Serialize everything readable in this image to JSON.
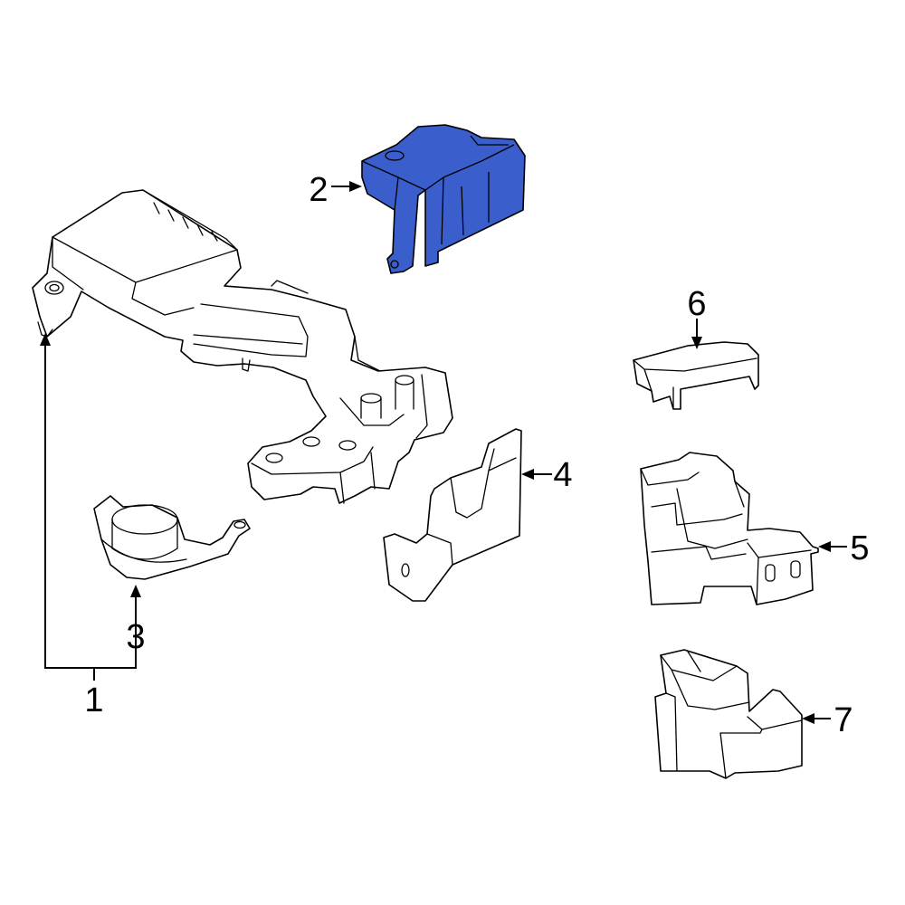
{
  "diagram": {
    "highlight_color": "#3a5fcd",
    "callouts": [
      {
        "id": "1",
        "label": "1"
      },
      {
        "id": "2",
        "label": "2"
      },
      {
        "id": "3",
        "label": "3"
      },
      {
        "id": "4",
        "label": "4"
      },
      {
        "id": "5",
        "label": "5"
      },
      {
        "id": "6",
        "label": "6"
      },
      {
        "id": "7",
        "label": "7"
      }
    ],
    "highlighted_part": "2"
  }
}
